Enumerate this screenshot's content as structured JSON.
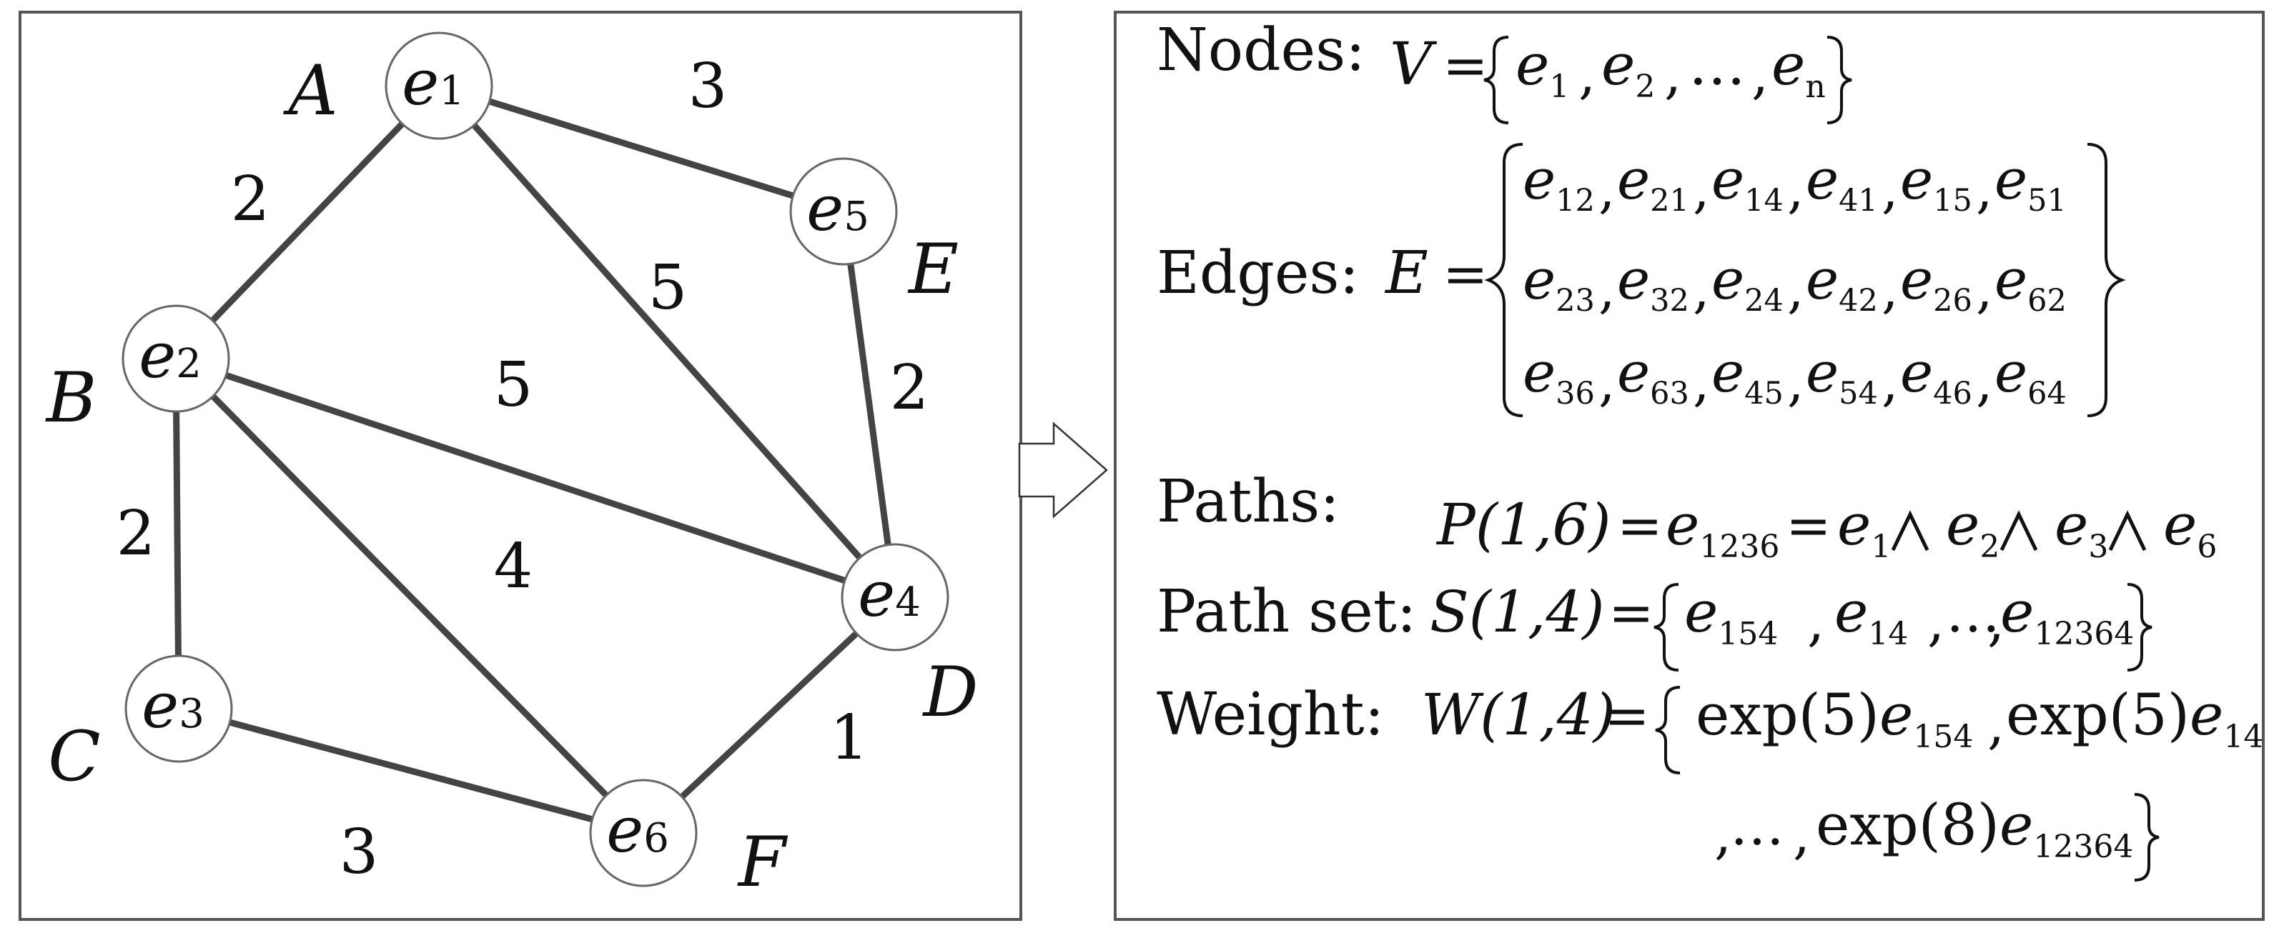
{
  "graph": {
    "nodes": [
      {
        "id": "n1",
        "label": "e",
        "sub": "1",
        "letter": "A"
      },
      {
        "id": "n2",
        "label": "e",
        "sub": "2",
        "letter": "B"
      },
      {
        "id": "n3",
        "label": "e",
        "sub": "3",
        "letter": "C"
      },
      {
        "id": "n4",
        "label": "e",
        "sub": "4",
        "letter": "D"
      },
      {
        "id": "n5",
        "label": "e",
        "sub": "5",
        "letter": "E"
      },
      {
        "id": "n6",
        "label": "e",
        "sub": "6",
        "letter": "F"
      }
    ],
    "edges": [
      {
        "from": "n1",
        "to": "n5",
        "weight": "3"
      },
      {
        "from": "n1",
        "to": "n2",
        "weight": "2"
      },
      {
        "from": "n1",
        "to": "n4",
        "weight": "5"
      },
      {
        "from": "n5",
        "to": "n4",
        "weight": "2"
      },
      {
        "from": "n2",
        "to": "n4",
        "weight": "5"
      },
      {
        "from": "n2",
        "to": "n3",
        "weight": "2"
      },
      {
        "from": "n2",
        "to": "n6",
        "weight": "4"
      },
      {
        "from": "n4",
        "to": "n6",
        "weight": "1"
      },
      {
        "from": "n3",
        "to": "n6",
        "weight": "3"
      }
    ]
  },
  "definitions": {
    "nodes": {
      "label": "Nodes:",
      "symbol": "V",
      "eq": "=",
      "items": [
        {
          "base": "e",
          "sub": "1"
        },
        {
          "base": "e",
          "sub": "2"
        },
        {
          "base": "…",
          "sub": ""
        },
        {
          "base": "e",
          "sub": "n"
        }
      ]
    },
    "edges": {
      "label": "Edges:",
      "symbol": "E",
      "eq": "=",
      "rows": [
        [
          "12",
          "21",
          "14",
          "41",
          "15",
          "51"
        ],
        [
          "23",
          "32",
          "24",
          "42",
          "26",
          "62"
        ],
        [
          "36",
          "63",
          "45",
          "54",
          "46",
          "64"
        ]
      ]
    },
    "paths": {
      "label": "Paths:",
      "lhs": "P(1,6)",
      "eq": "=",
      "path_sub": "1236",
      "conj_subs": [
        "1",
        "2",
        "3",
        "6"
      ]
    },
    "path_set": {
      "label": "Path set:",
      "lhs": "S(1,4)",
      "eq": "=",
      "items": [
        "154",
        "14",
        "…",
        "12364"
      ]
    },
    "weight": {
      "label": "Weight:",
      "lhs": "W(1,4)",
      "eq": "=",
      "terms": [
        {
          "coef": "exp(5)",
          "sub": "154"
        },
        {
          "coef": "exp(5)",
          "sub": "14"
        },
        {
          "coef": "exp(8)",
          "sub": "12364"
        }
      ]
    }
  }
}
